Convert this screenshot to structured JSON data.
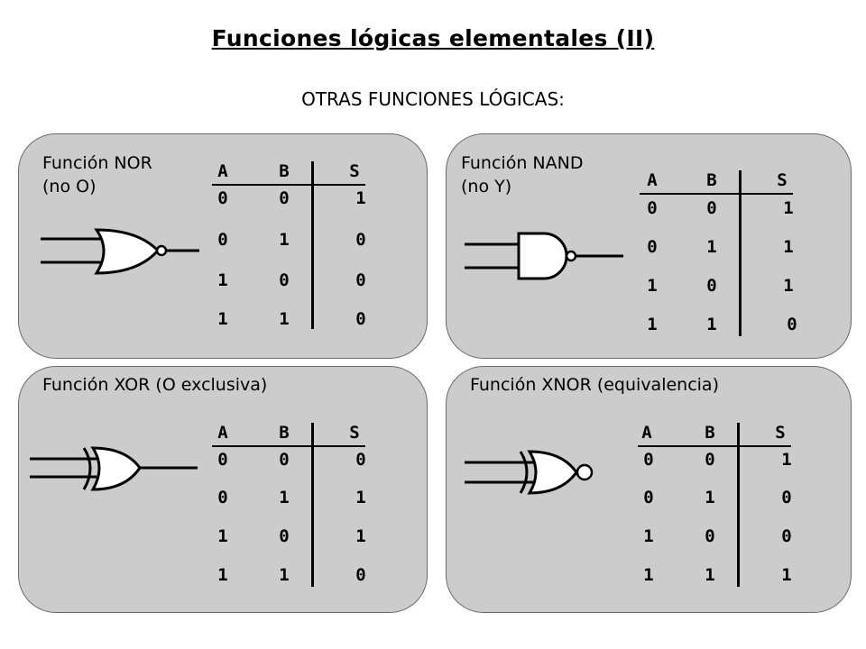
{
  "header": {
    "title": "Funciones lógicas elementales (II)",
    "subtitle": "OTRAS FUNCIONES LÓGICAS:"
  },
  "panels": [
    {
      "id": "nor",
      "name": "Función NOR",
      "subname": "(no O)",
      "gate_icon": "nor-gate-icon",
      "headers": [
        "A",
        "B",
        "S"
      ],
      "rows": [
        [
          "0",
          "0",
          "1"
        ],
        [
          "0",
          "1",
          "0"
        ],
        [
          "1",
          "0",
          "0"
        ],
        [
          "1",
          "1",
          "0"
        ]
      ]
    },
    {
      "id": "nand",
      "name": "Función NAND",
      "subname": "(no Y)",
      "gate_icon": "nand-gate-icon",
      "headers": [
        "A",
        "B",
        "S"
      ],
      "rows": [
        [
          "0",
          "0",
          "1"
        ],
        [
          "0",
          "1",
          "1"
        ],
        [
          "1",
          "0",
          "1"
        ],
        [
          "1",
          "1",
          "0"
        ]
      ]
    },
    {
      "id": "xor",
      "name": "Función XOR (O exclusiva)",
      "subname": "",
      "gate_icon": "xor-gate-icon",
      "headers": [
        "A",
        "B",
        "S"
      ],
      "rows": [
        [
          "0",
          "0",
          "0"
        ],
        [
          "0",
          "1",
          "1"
        ],
        [
          "1",
          "0",
          "1"
        ],
        [
          "1",
          "1",
          "0"
        ]
      ]
    },
    {
      "id": "xnor",
      "name": "Función XNOR (equivalencia)",
      "subname": "",
      "gate_icon": "xnor-gate-icon",
      "headers": [
        "A",
        "B",
        "S"
      ],
      "rows": [
        [
          "0",
          "0",
          "1"
        ],
        [
          "0",
          "1",
          "0"
        ],
        [
          "1",
          "0",
          "0"
        ],
        [
          "1",
          "1",
          "1"
        ]
      ]
    }
  ]
}
